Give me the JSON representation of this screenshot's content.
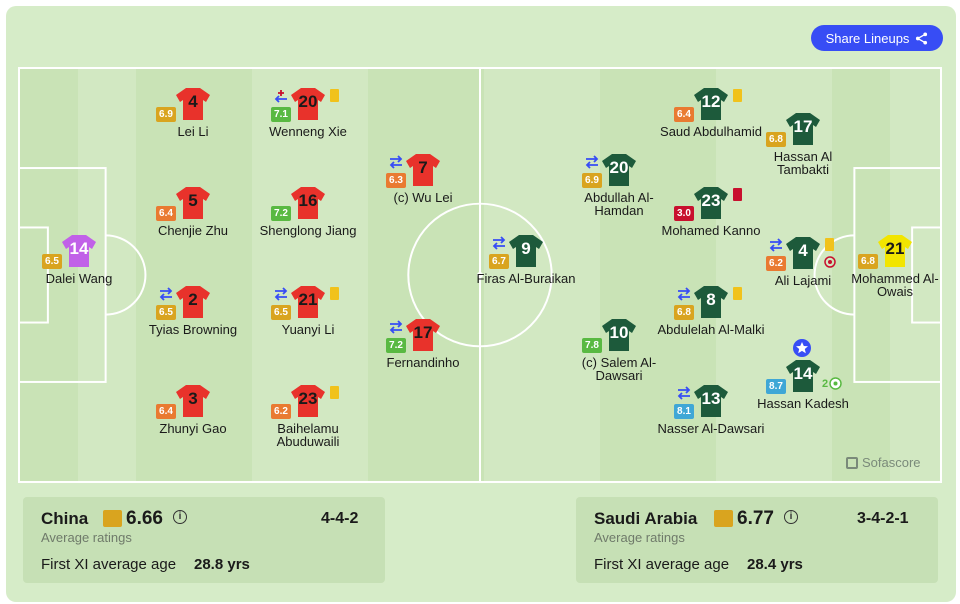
{
  "share_label": "Share Lineups",
  "brand": "Sofascore",
  "colors": {
    "china_shirt": "#e8322b",
    "china_gk": "#c161e8",
    "saudi_shirt": "#1d5a3b",
    "saudi_gk": "#f2e500",
    "rating_orange": "#e97a31",
    "rating_yellow": "#d9a41f",
    "rating_green": "#59b942",
    "rating_red": "#c8102e",
    "rating_blue": "#3fa7d6"
  },
  "china": {
    "name": "China",
    "avg_rating": "6.66",
    "avg_label": "Average ratings",
    "formation": "4-4-2",
    "age_label": "First XI average age",
    "age_value": "28.8 yrs",
    "players": [
      {
        "num": "14",
        "name": "Dalei Wang",
        "rating": "6.5"
      },
      {
        "num": "4",
        "name": "Lei Li",
        "rating": "6.9"
      },
      {
        "num": "5",
        "name": "Chenjie Zhu",
        "rating": "6.4"
      },
      {
        "num": "2",
        "name": "Tyias Browning",
        "rating": "6.5"
      },
      {
        "num": "3",
        "name": "Zhunyi Gao",
        "rating": "6.4"
      },
      {
        "num": "20",
        "name": "Wenneng Xie",
        "rating": "7.1"
      },
      {
        "num": "16",
        "name": "Shenglong Jiang",
        "rating": "7.2"
      },
      {
        "num": "21",
        "name": "Yuanyi Li",
        "rating": "6.5"
      },
      {
        "num": "23",
        "name": "Baihelamu Abuduwaili",
        "rating": "6.2"
      },
      {
        "num": "7",
        "name": "(c) Wu Lei",
        "rating": "6.3"
      },
      {
        "num": "17",
        "name": "Fernandinho",
        "rating": "7.2"
      }
    ]
  },
  "saudi": {
    "name": "Saudi Arabia",
    "avg_rating": "6.77",
    "avg_label": "Average ratings",
    "formation": "3-4-2-1",
    "age_label": "First XI average age",
    "age_value": "28.4 yrs",
    "players": [
      {
        "num": "9",
        "name": "Firas Al-Buraikan",
        "rating": "6.7"
      },
      {
        "num": "20",
        "name": "Abdullah Al-Hamdan",
        "rating": "6.9"
      },
      {
        "num": "10",
        "name": "(c) Salem Al-Dawsari",
        "rating": "7.8"
      },
      {
        "num": "12",
        "name": "Saud Abdulhamid",
        "rating": "6.4"
      },
      {
        "num": "23",
        "name": "Mohamed Kanno",
        "rating": "3.0"
      },
      {
        "num": "8",
        "name": "Abdulelah Al-Malki",
        "rating": "6.8"
      },
      {
        "num": "13",
        "name": "Nasser Al-Dawsari",
        "rating": "8.1"
      },
      {
        "num": "17",
        "name": "Hassan Al Tambakti",
        "rating": "6.8"
      },
      {
        "num": "4",
        "name": "Ali Lajami",
        "rating": "6.2"
      },
      {
        "num": "14",
        "name": "Hassan Kadesh",
        "rating": "8.7"
      },
      {
        "num": "21",
        "name": "Mohammed Al-Owais",
        "rating": "6.8"
      }
    ],
    "goals_badge": "2"
  }
}
